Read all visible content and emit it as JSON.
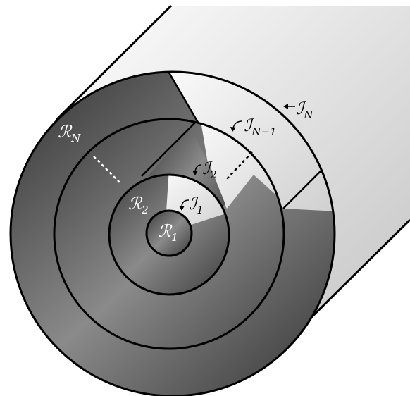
{
  "labels": {
    "R1": {
      "base": "ℛ",
      "sub": "1"
    },
    "R2": {
      "base": "ℛ",
      "sub": "2"
    },
    "RN": {
      "base": "ℛ",
      "sub": "N"
    },
    "I1": {
      "base": "ℐ",
      "sub": "1"
    },
    "I2": {
      "base": "ℐ",
      "sub": "2"
    },
    "IN1": {
      "base": "ℐ",
      "sub": "N−1"
    },
    "IN": {
      "base": "ℐ",
      "sub": "N"
    }
  },
  "colors": {
    "outline": "#000000",
    "label_on_dark": "#ffffff",
    "label_on_light": "#000000",
    "cylinder_light": "#d4d4d4",
    "cylinder_dark": "#2b2b2b"
  }
}
